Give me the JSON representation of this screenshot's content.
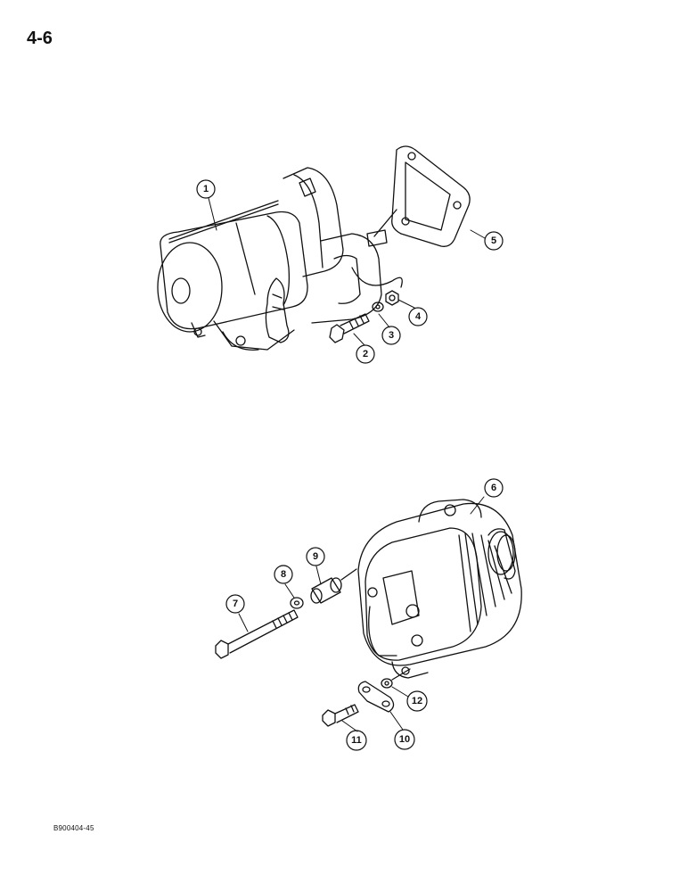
{
  "page_number": "4-6",
  "footer_code": "B900404-45",
  "callouts": [
    "1",
    "2",
    "3",
    "4",
    "5",
    "6",
    "7",
    "8",
    "9",
    "10",
    "11",
    "12"
  ],
  "illustrations": {
    "top": "starter-motor-assembly",
    "bottom": "alternator-assembly"
  }
}
